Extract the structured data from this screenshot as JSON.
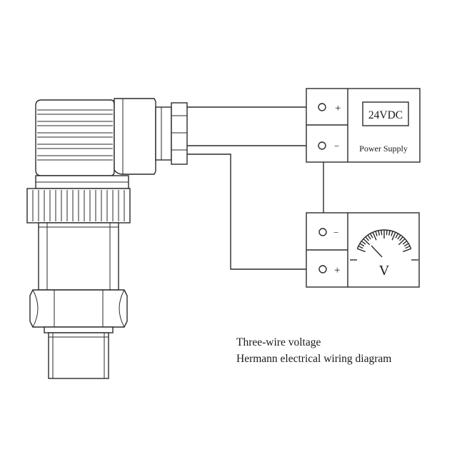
{
  "power_supply": {
    "voltage_label": "24VDC",
    "name_label": "Power Supply",
    "terminal_positive": "+",
    "terminal_negative": "−"
  },
  "voltmeter": {
    "symbol": "V",
    "terminal_negative": "−",
    "terminal_positive": "+"
  },
  "caption": {
    "line1": "Three-wire voltage",
    "line2": "Hermann electrical wiring diagram"
  }
}
